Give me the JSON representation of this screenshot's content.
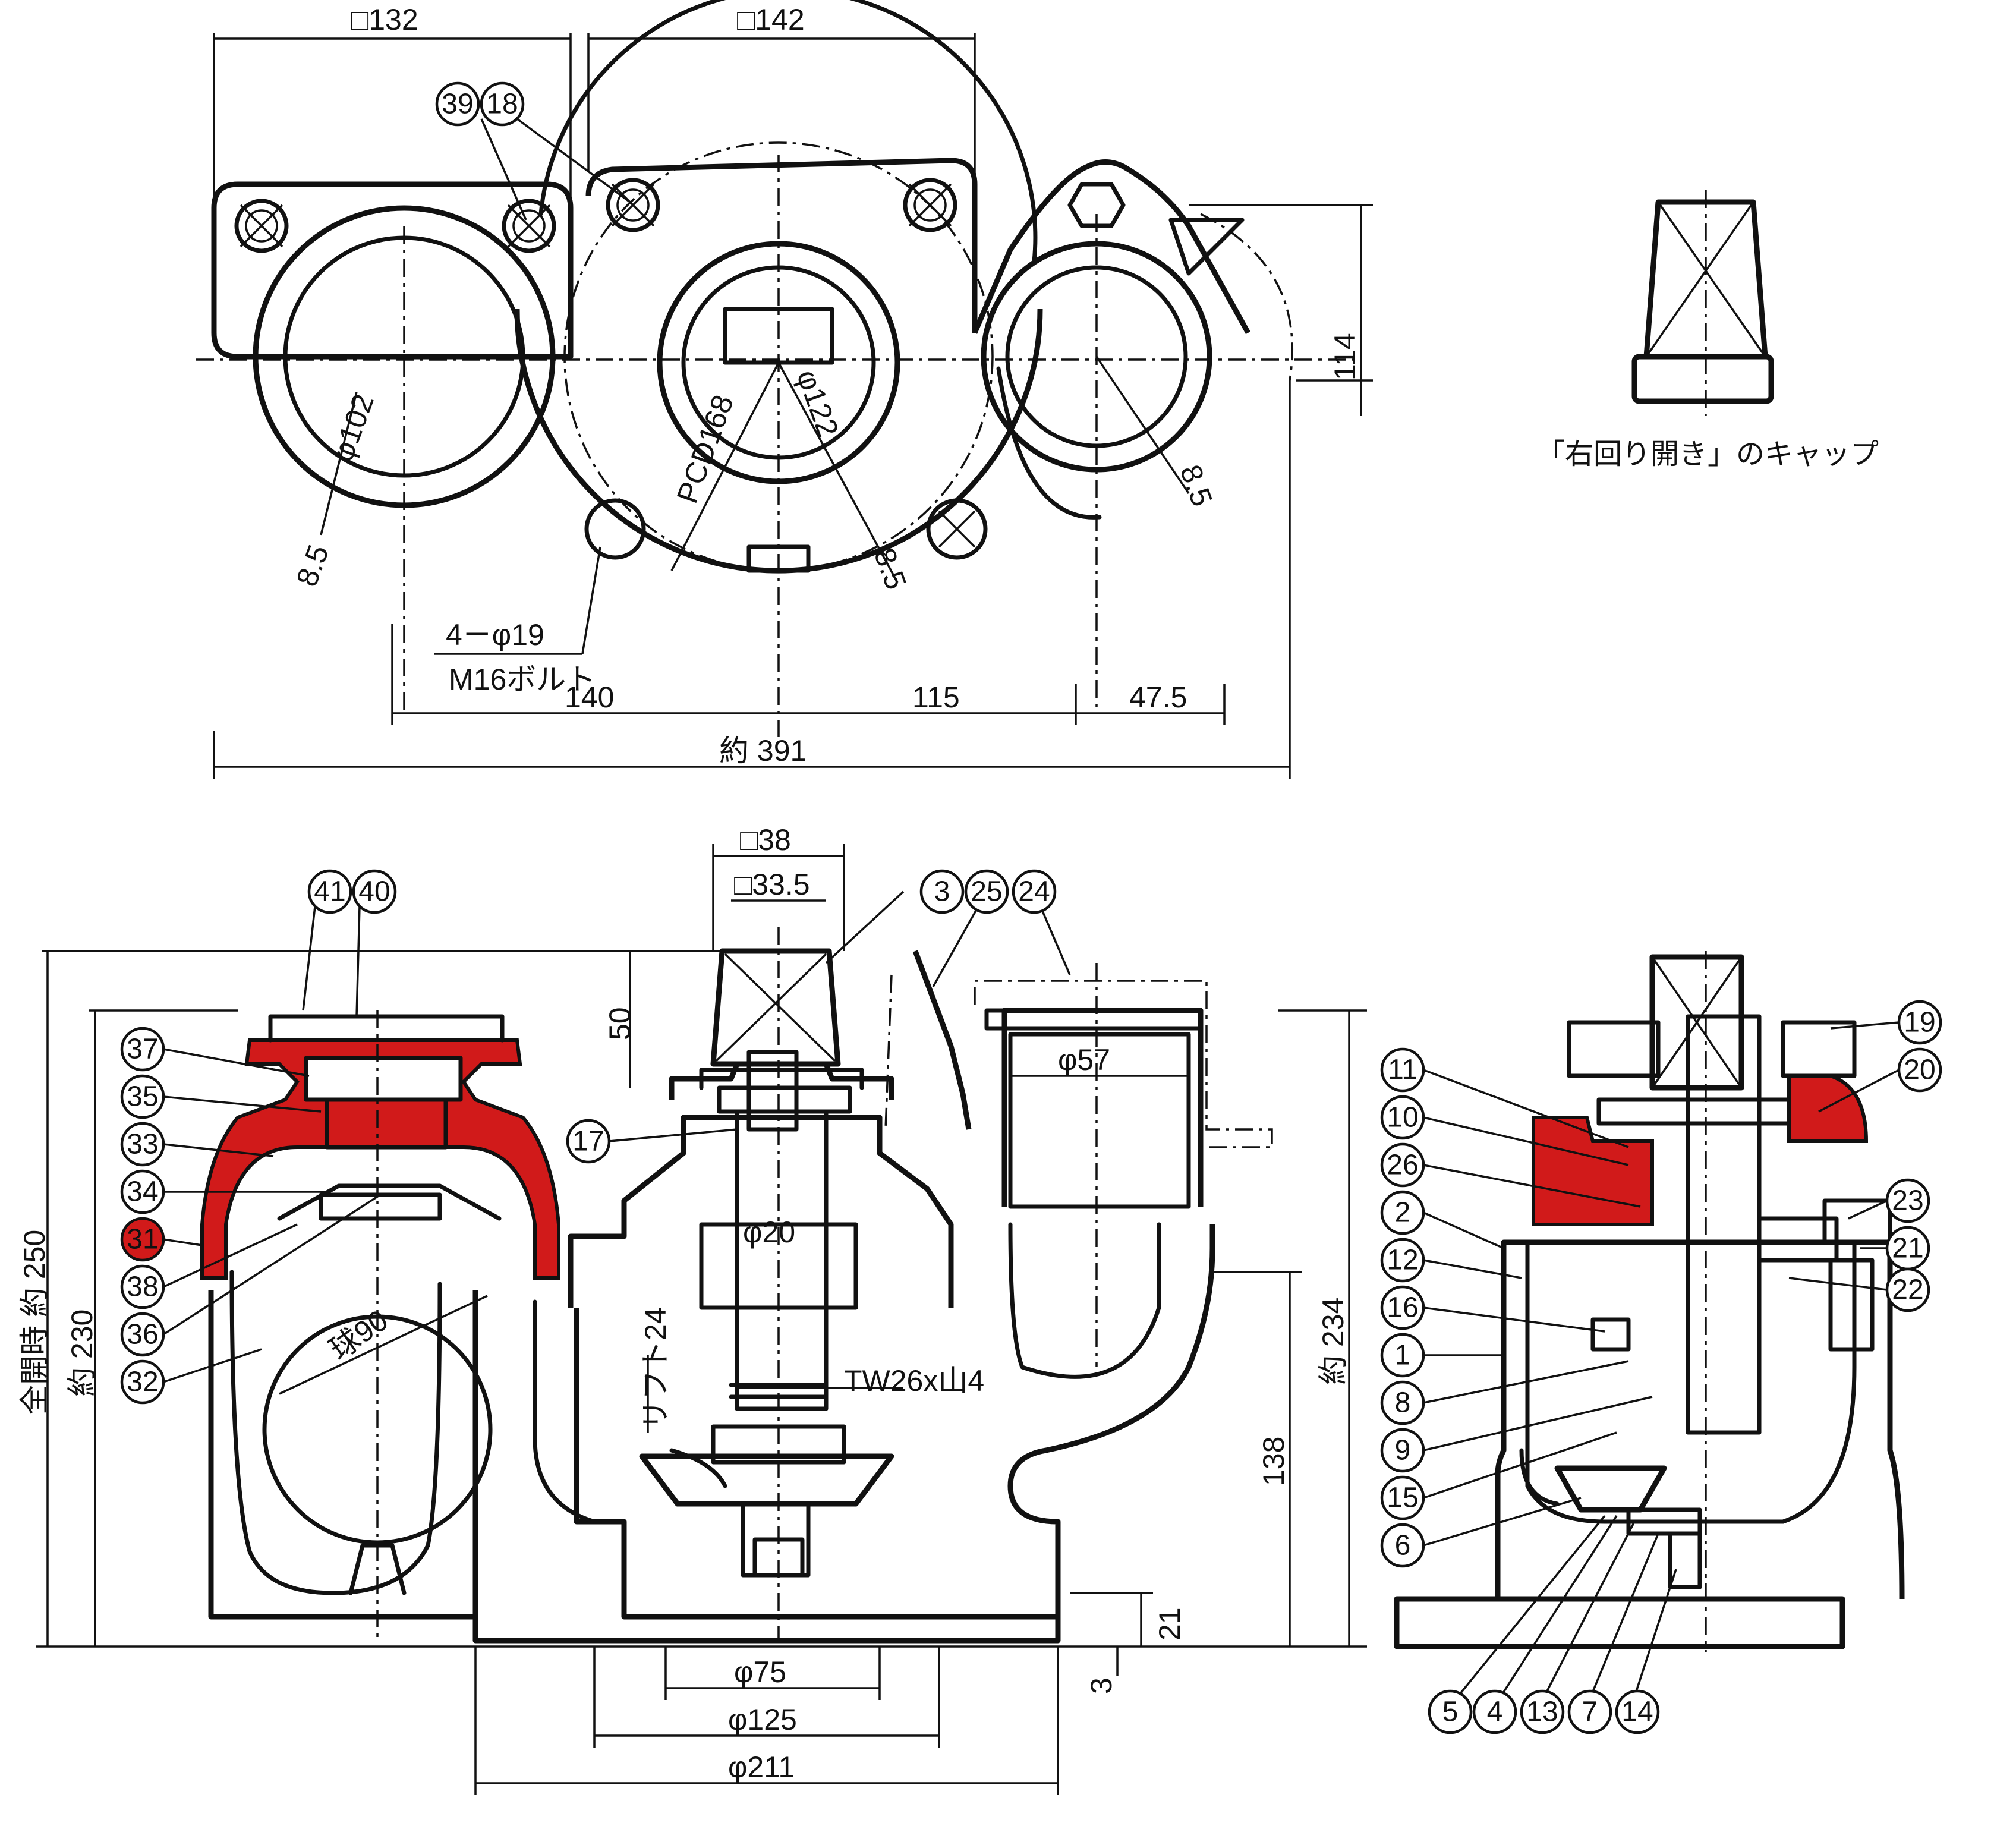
{
  "dimensions": {
    "top_view": {
      "sq132": "□132",
      "sq142": "□142",
      "phi102": "φ102",
      "phi122": "φ122",
      "pcd168": "PCD168",
      "holes": "4－φ19",
      "bolt": "M16ボルト",
      "d140": "140",
      "d115": "115",
      "d47_5": "47.5",
      "overall_width": "約 391",
      "h114": "114",
      "t85_left": "8.5",
      "t85_mid": "8.5",
      "t85_right": "8.5"
    },
    "front_view": {
      "sq38": "□38",
      "sq33_5": "□33.5",
      "d50": "50",
      "phi57": "φ57",
      "phi20": "φ20",
      "ball": "球90",
      "thread": "TW26x山4",
      "lift": "リフト24",
      "h_open": "全開時 約 250",
      "h230": "約 230",
      "h234": "約 234",
      "d138": "138",
      "d21": "21",
      "d3": "3",
      "phi75": "φ75",
      "phi125": "φ125",
      "phi211": "φ211"
    }
  },
  "balloons": {
    "b39": "39",
    "b18": "18",
    "b41": "41",
    "b40": "40",
    "b37": "37",
    "b35": "35",
    "b33": "33",
    "b34": "34",
    "b31": "31",
    "b38": "38",
    "b36": "36",
    "b32": "32",
    "b17": "17",
    "b3": "3",
    "b25": "25",
    "b24": "24",
    "b19": "19",
    "b20": "20",
    "b23": "23",
    "b21": "21",
    "b22": "22",
    "b11": "11",
    "b10": "10",
    "b26": "26",
    "b2": "2",
    "b12": "12",
    "b16": "16",
    "b1": "1",
    "b8": "8",
    "b9": "9",
    "b15": "15",
    "b6": "6",
    "b5": "5",
    "b4": "4",
    "b13": "13",
    "b7": "7",
    "b14": "14"
  },
  "cap_label": "「右回り開き」のキャップ",
  "colors": {
    "highlight": "#d11a1a",
    "line": "#111111"
  }
}
